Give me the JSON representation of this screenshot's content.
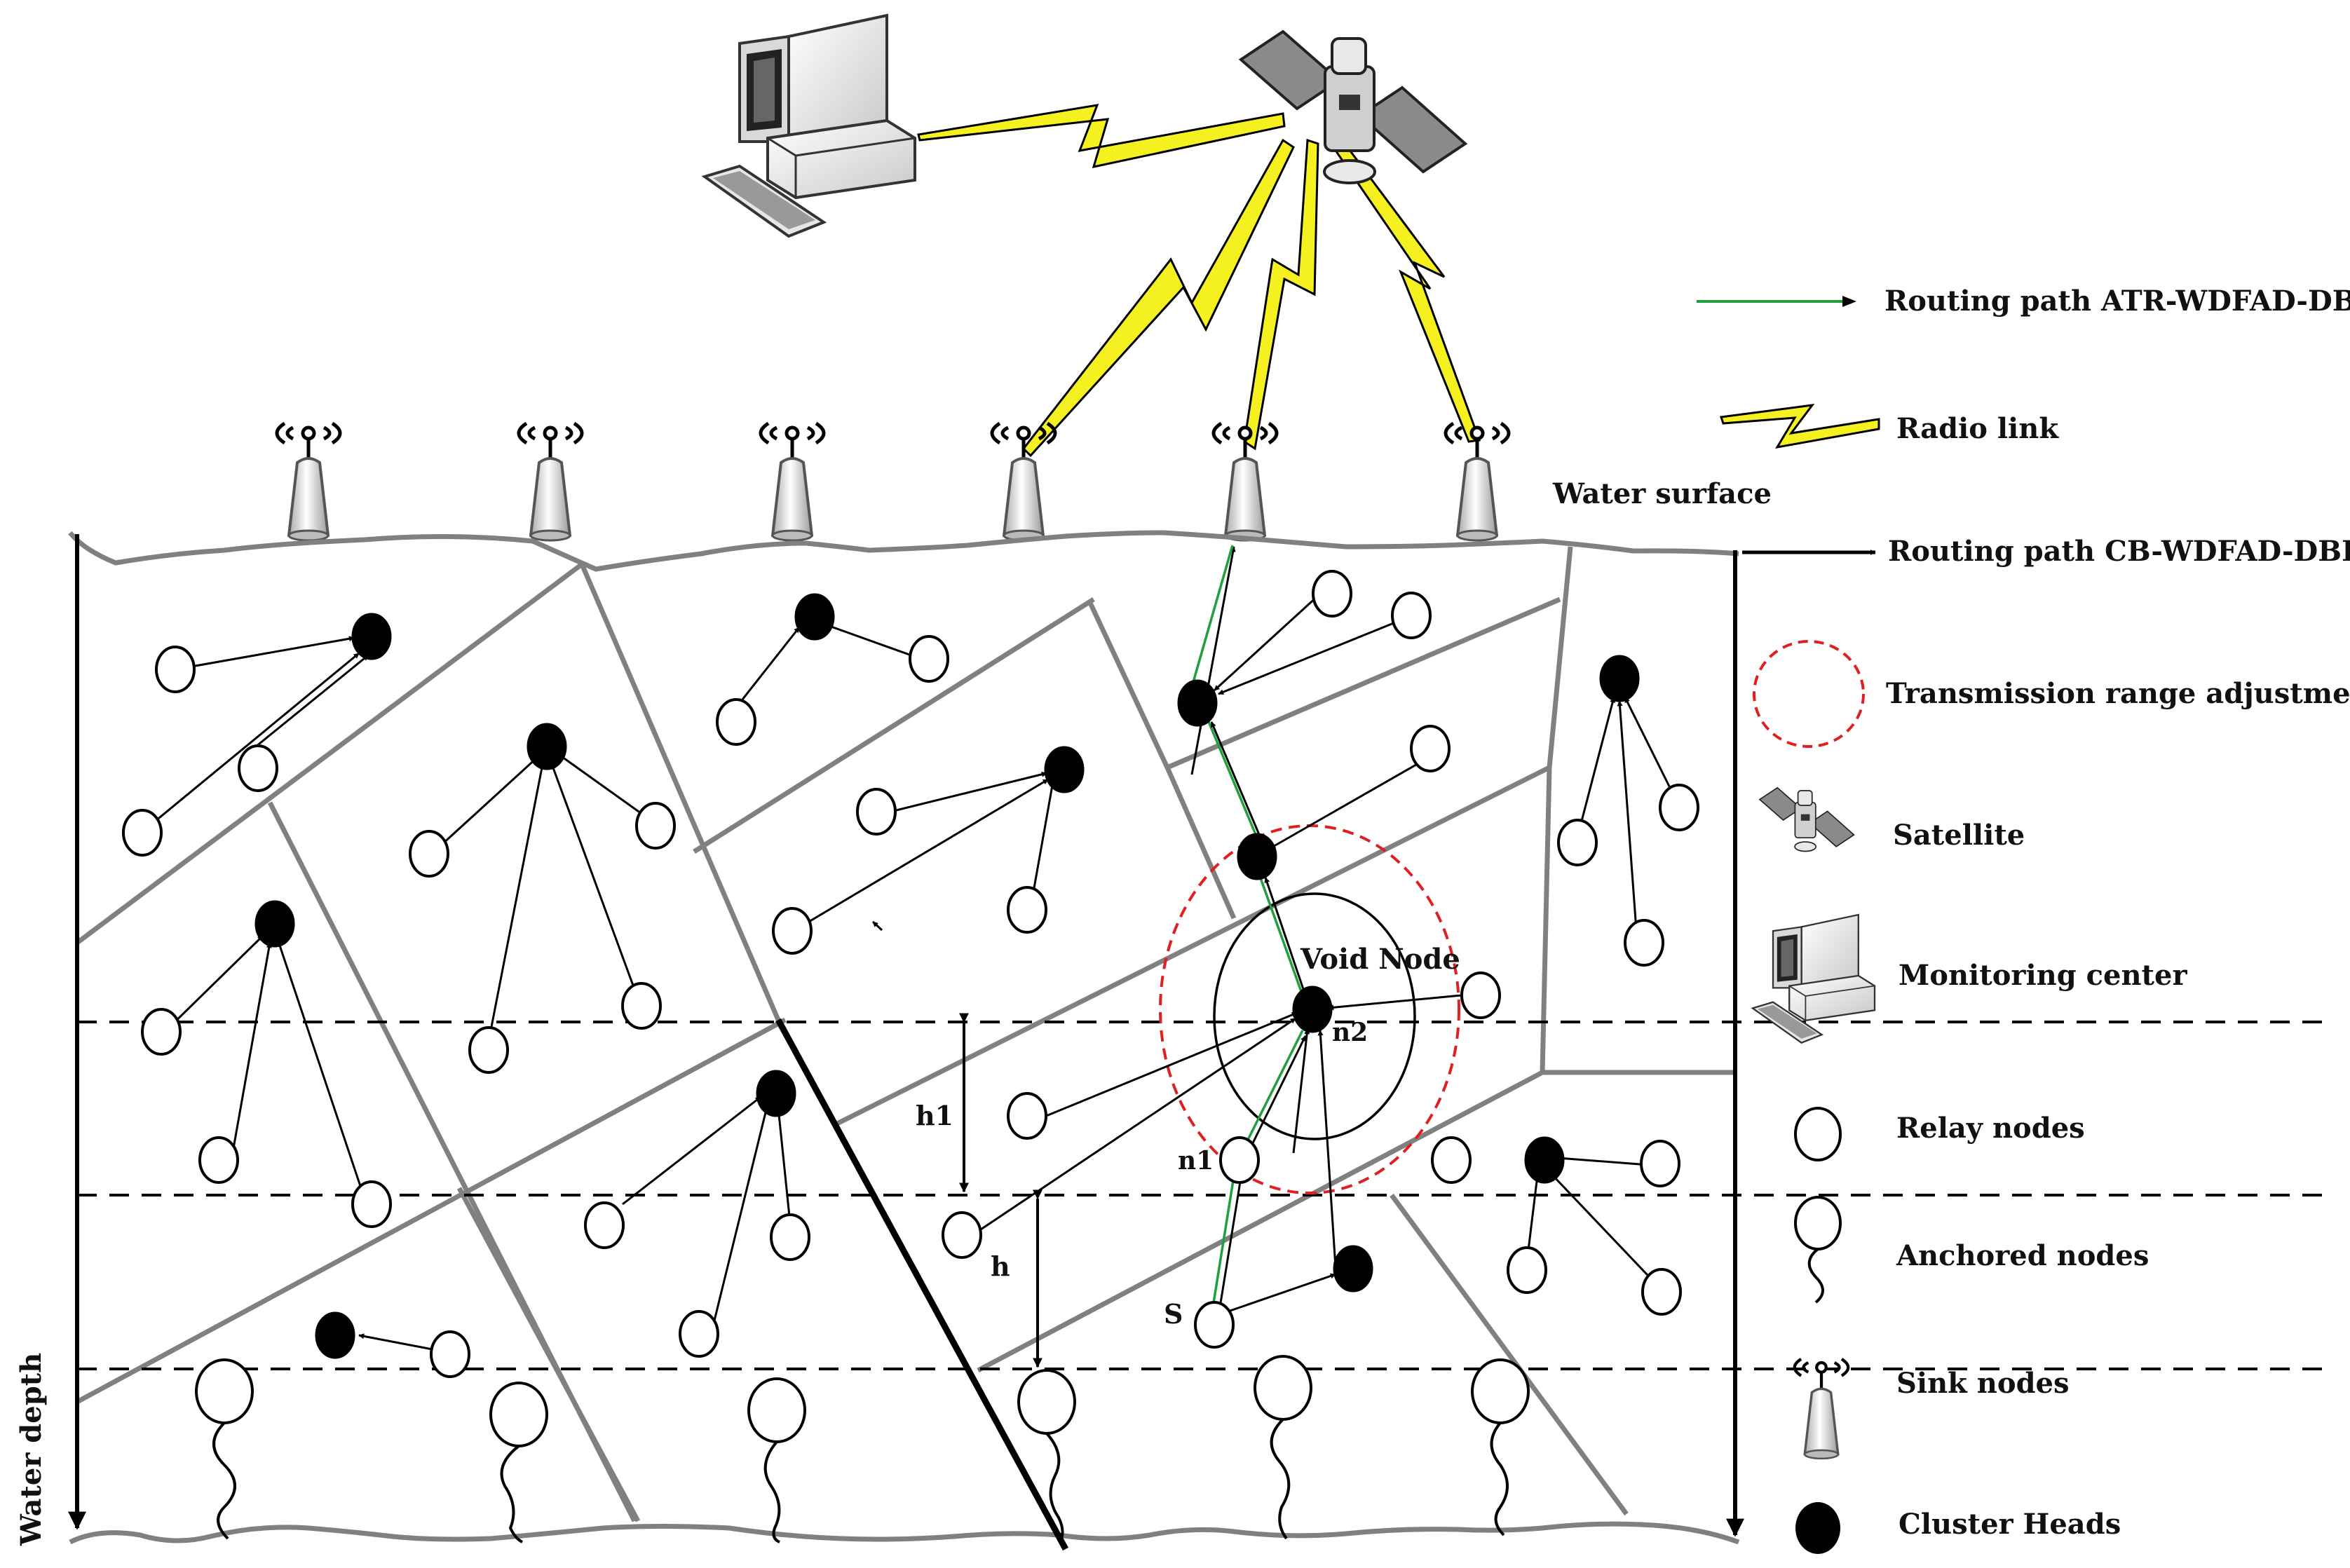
{
  "diagram": {
    "labels": {
      "void_node": "Void Node",
      "n1": "n1",
      "n2": "n2",
      "source": "S",
      "h1": "h1",
      "h": "h",
      "water_surface": "Water surface",
      "water_depth": "Water depth"
    }
  },
  "legend": {
    "items": [
      {
        "key": "green-arrow",
        "label": "Routing path ATR-WDFAD-DBR"
      },
      {
        "key": "radio-link",
        "label": "Radio link"
      },
      {
        "key": "black-arrow",
        "label": "Routing path CB-WDFAD-DBR"
      },
      {
        "key": "red-dashed-circle",
        "label": "Transmission range adjustment"
      },
      {
        "key": "satellite",
        "label": "Satellite"
      },
      {
        "key": "computer",
        "label": "Monitoring center"
      },
      {
        "key": "relay-node",
        "label": "Relay nodes"
      },
      {
        "key": "anchored-node",
        "label": "Anchored nodes"
      },
      {
        "key": "sink-node",
        "label": "Sink nodes"
      },
      {
        "key": "cluster-head",
        "label": "Cluster Heads"
      }
    ]
  },
  "colors": {
    "radio_link": "#f5f020",
    "green_path": "#1fa03c",
    "range_circle": "#e02020",
    "region_border": "#808080"
  }
}
